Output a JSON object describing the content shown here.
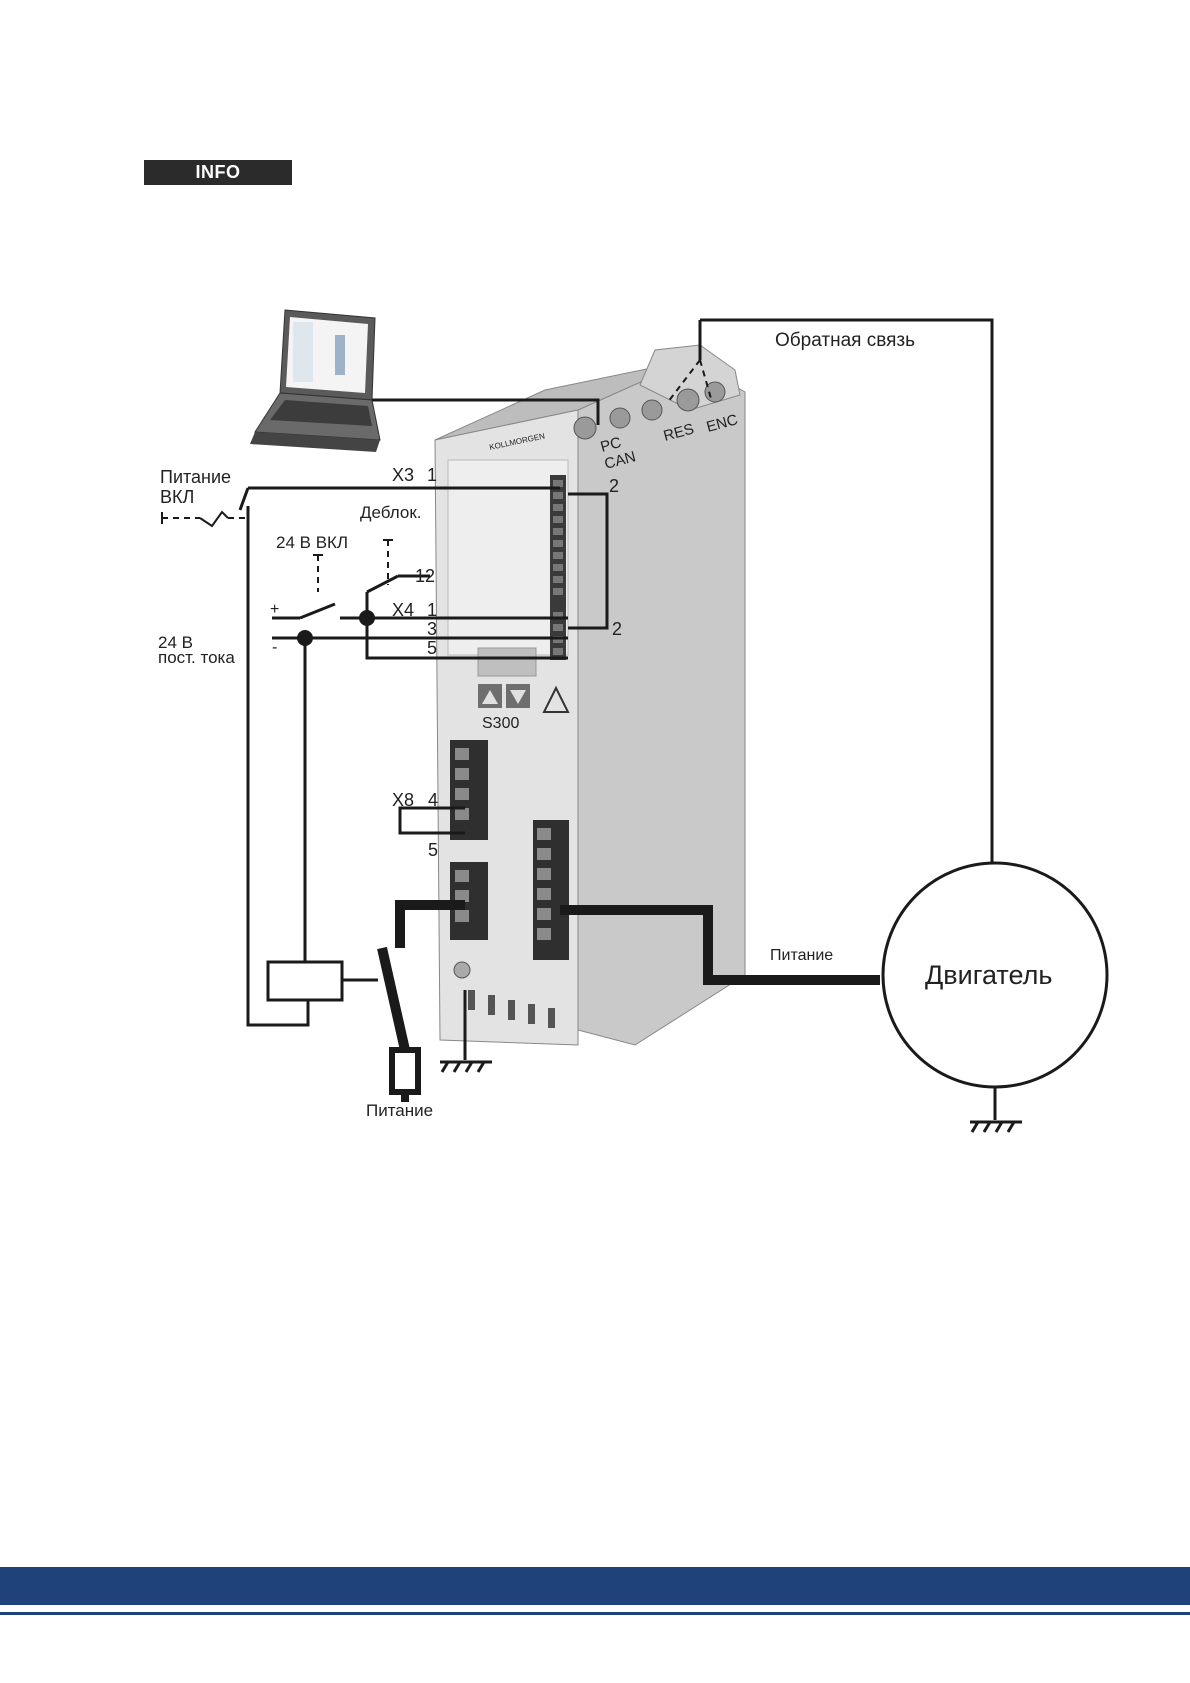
{
  "info_badge": "INFO",
  "labels": {
    "feedback": "Обратная связь",
    "pc": "PC",
    "can": "CAN",
    "res": "RES",
    "enc": "ENC",
    "power_on_1": "Питание",
    "power_on_2": "ВКЛ",
    "x3": "X3",
    "x3_pin1": "1",
    "x3_pin2": "2",
    "deblock": "Деблок.",
    "v24_on": "24 В ВКЛ",
    "pin12": "12",
    "x4": "X4",
    "x4_pin1": "1",
    "x4_pin3": "3",
    "x4_pin5": "5",
    "x4_pin2": "2",
    "plus": "+",
    "minus": "-",
    "v24_1": "24 В",
    "v24_2": "пост. тока",
    "drive_model": "S300",
    "brand": "KOLLMORGEN",
    "x8": "X8",
    "x8_pin4": "4",
    "x8_pin5": "5",
    "motor_power": "Питание",
    "motor": "Двигатель",
    "mains_power": "Питание"
  },
  "colors": {
    "footer": "#20427a",
    "wire": "#1a1a1a",
    "device_body": "#d9d9d9"
  }
}
